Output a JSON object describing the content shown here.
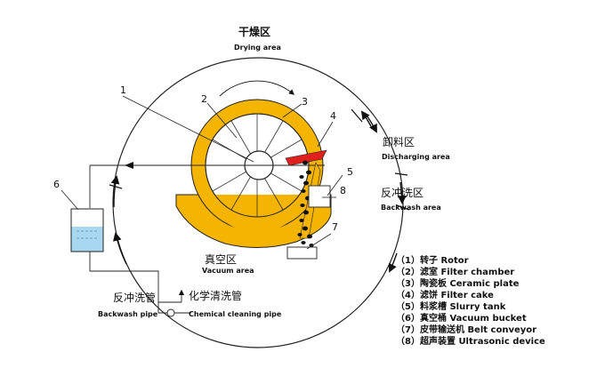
{
  "zones": {
    "drying_zh": "干燥区",
    "drying_en": "Drying area",
    "discharging_zh": "卸料区",
    "discharging_en": "Discharging area",
    "backwash_zh": "反冲洗区",
    "backwash_en": "Backwash area",
    "vacuum_zh": "真空区",
    "vacuum_en": "Vacuum area"
  },
  "pipes": {
    "backwash_zh": "反冲洗管",
    "backwash_en": "Backwash pipe",
    "chemical_zh": "化学清洗管",
    "chemical_en": "Chemical cleaning pipe"
  },
  "callouts": [
    "1",
    "2",
    "3",
    "4",
    "5",
    "6",
    "7",
    "8"
  ],
  "legend": [
    "（1）转子  Rotor",
    "（2）滤室  Filter chamber",
    "（3）陶瓷板  Ceramic plate",
    "（4）滤饼  Filter cake",
    "（5）料浆槽  Slurry tank",
    "（6）真空桶 Vacuum bucket",
    "（7）皮带输送机 Belt conveyor",
    "（8）超声装置  Ultrasonic device"
  ],
  "colors": {
    "slurry": "#F5B400",
    "scraper": "#E0201C",
    "tank_water": "#A7D8F0",
    "line": "#222222"
  }
}
